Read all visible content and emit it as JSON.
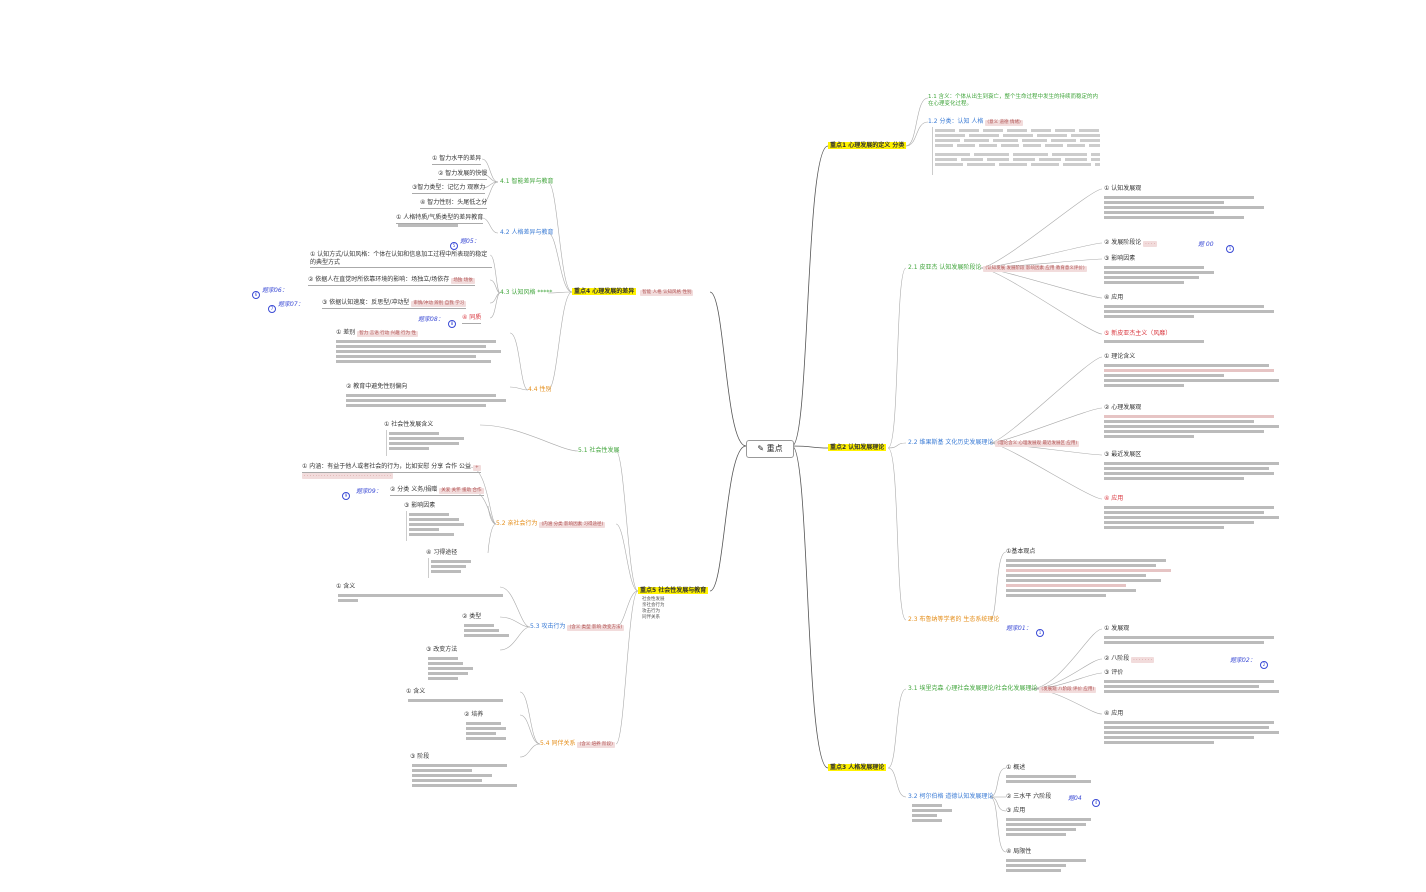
{
  "root": "重点",
  "b1": {
    "title": "重点1 心理发展的定义 分类",
    "c1": "1.1 含义：个体从出生到衰亡，整个生命过程中发生的持续而稳定的内在心理变化过程。",
    "c2": "1.2 分类：认知 人格",
    "c2_tags": "(意义 道德 情绪)"
  },
  "b2": {
    "title": "重点2 认知发展理论",
    "s1": "2.1 皮亚杰 认知发展阶段论",
    "s1_tags": "(认知发展 发展阶段 影响因素 应用 教育意义评价)",
    "s1_i1": "① 认知发展观",
    "s1_i2": "② 发展阶段论",
    "s1_i2_note": "题 00",
    "s1_i3": "③ 影响因素",
    "s1_i4": "④ 应用",
    "s1_i5": "⑤ 新皮亚杰主义（风靡）",
    "s2": "2.2 维果斯基 文化历史发展理论",
    "s2_tags": "(理论含义 心理发展观 最近发展区 应用)",
    "s2_i1": "① 理论含义",
    "s2_i2": "② 心理发展观",
    "s2_i3": "③ 最近发展区",
    "s2_i4": "④ 应用",
    "s3": "2.3 布鲁纳等学者的 生态系统理论",
    "s3_i1": "①基本观点",
    "s3_note": "题家01："
  },
  "b3": {
    "title": "重点3 人格发展理论",
    "s1": "3.1 埃里克森 心理社会发展理论/社会化发展理论",
    "s1_tags": "(发展观 八阶段 评价 应用)",
    "s1_i1": "① 发展观",
    "s1_i2": "② 八阶段",
    "s1_i2_note": "题家02：",
    "s1_i3": "③ 评价",
    "s1_i4": "④ 应用",
    "s2": "3.2 柯尔伯格 道德认知发展理论",
    "s2_i1": "① 概述",
    "s2_i2": "② 三水平 六阶段",
    "s2_i2_note": "题04",
    "s2_i3": "③ 应用",
    "s2_i4": "④ 局限性"
  },
  "b4": {
    "title": "重点4 心理发展的差异",
    "tags": "智能 人格 认知风格 性别",
    "s1": "4.1 智能差异与教育",
    "s1_items": [
      "① 智力水平的差异",
      "② 智力发展的快慢",
      "③智力类型：记忆力 观察力",
      "④ 智力性别：头尾低之分"
    ],
    "s2": "4.2 人格差异与教育",
    "s2_i1": "① 人格特质/气质类型的差异教育",
    "s2_note": "题05：",
    "s3": "4.3 认知风格",
    "s3_mark": "*****",
    "s3_i1": "① 认知方式/认知风格：个体在认知和信息加工过程中所表现的稳定的典型方式",
    "s3_i2": "② 依据人在直觉时所依靠环境的影响：场独立/场依存",
    "s3_i2_tag": "场独 场依",
    "s3_i3": "③ 依据认知速度：反思型/冲动型",
    "s3_i3_tag": "审慎/冲动 辨别 自我 学习",
    "s3_i4": "④ 同质",
    "s3_note1": "题家06：",
    "s3_note2": "题家07：",
    "s3_note3": "题家08：",
    "s4": "4.4 性别",
    "s4_i1": "① 差别",
    "s4_i1_tags": "智力 言语 行动 兴趣 行为 性",
    "s4_i2": "② 教育中避免性别偏向"
  },
  "b5": {
    "title": "重点5 社会性发展与教育",
    "side_items": [
      "社会性发展",
      "亲社会行为",
      "攻击行为",
      "同伴关系"
    ],
    "s1": "5.1 社会性发展",
    "s1_i1": "① 社会性发展含义",
    "s2": "5.2 亲社会行为",
    "s2_tags": "(内涵 分类 影响因素 习得途径)",
    "s2_i1": "① 内涵：有益于他人或者社会的行为，比如安慰 分享 合作 公益",
    "s2_i1_tag": "+",
    "s2_i2": "② 分类 义务/捐赠",
    "s2_i2_tag": "关爱 关怀 援助 合作",
    "s2_note": "题家09：",
    "s2_i3": "③ 影响因素",
    "s2_i4": "④ 习得途径",
    "s3": "5.3 攻击行为",
    "s3_tags": "(含义 类型 影响 改变方法)",
    "s3_i1": "① 含义",
    "s3_i2": "② 类型",
    "s3_i3": "③ 改变方法",
    "s4": "5.4 同伴关系",
    "s4_tags": "(含义 培养 阶段)",
    "s4_i1": "① 含义",
    "s4_i2": "② 培养",
    "s4_i3": "③ 阶段"
  },
  "colors": {
    "branch_highlight": "#fff200",
    "green_label": "#41a53c",
    "blue_label": "#3a7bd5",
    "orange_label": "#e58f1c",
    "tag_bg": "#f2dcdc",
    "note_blue": "#3a4ad5"
  }
}
